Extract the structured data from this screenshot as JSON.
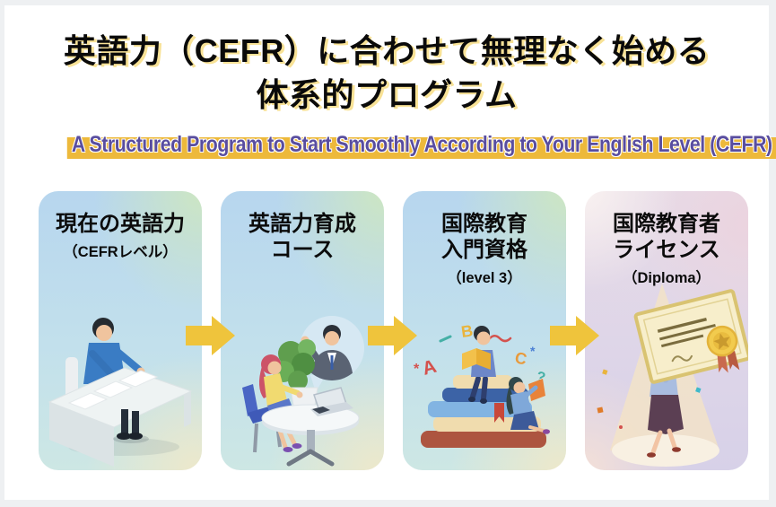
{
  "page": {
    "title_line1": "英語力（CEFR）に合わせて無理なく始める",
    "title_line2": "体系的プログラム",
    "subtitle": "A Structured Program to Start Smoothly According to Your English Level (CEFR)"
  },
  "steps": [
    {
      "title": "現在の英語力",
      "note": "（CEFRレベル）",
      "illustration": "person-taking-test-at-desk"
    },
    {
      "title": "英語力育成\nコース",
      "note": "",
      "illustration": "online-english-lesson-at-table"
    },
    {
      "title": "国際教育\n入門資格",
      "note": "（level 3）",
      "illustration": "learners-on-book-stack"
    },
    {
      "title": "国際教育者\nライセンス",
      "note": "（Diploma）",
      "illustration": "graduate-celebrating-with-diploma"
    }
  ],
  "icons": {
    "flow_arrow": "right-block-arrow"
  },
  "colors": {
    "title_text": "#0A0A0A",
    "title_glow": "#F8E296",
    "subtitle_text": "#594D9F",
    "subtitle_highlight": "#EDB93B",
    "arrow": "#EFC43C",
    "card_cool_blue": "#B7D6EE",
    "card_cool_green": "#CEE7C0",
    "card_cool_cream": "#EEE8CA",
    "card_warm_pink": "#F2DEDC",
    "card_warm_lavender": "#D5D0E7"
  }
}
